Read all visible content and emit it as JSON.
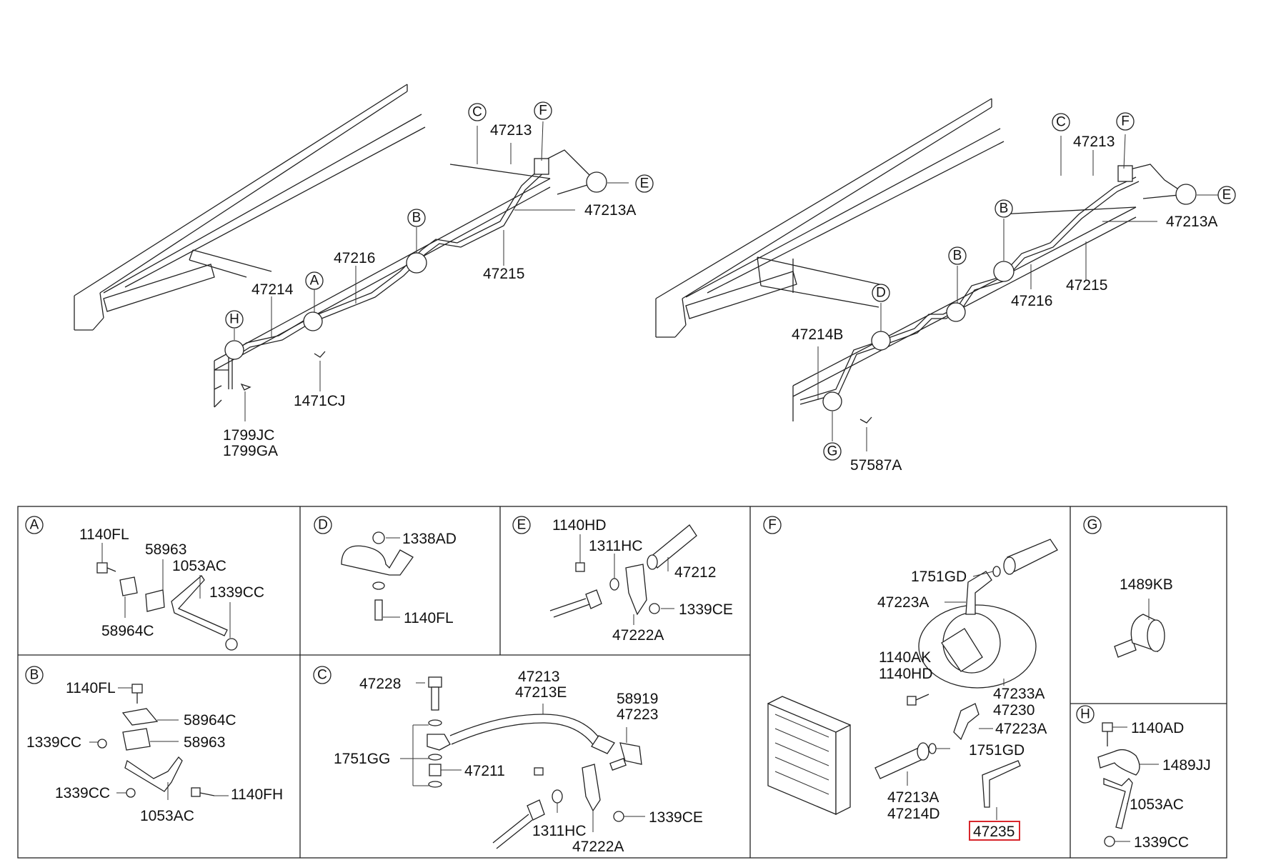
{
  "upper_left": {
    "callouts": [
      "C",
      "F",
      "E",
      "B",
      "A",
      "H"
    ],
    "labels": [
      "47213",
      "47213A",
      "47216",
      "47214",
      "47215",
      "1471CJ",
      "1799JC",
      "1799GA"
    ]
  },
  "upper_right": {
    "callouts": [
      "C",
      "F",
      "E",
      "B",
      "B",
      "D",
      "G"
    ],
    "labels": [
      "47213",
      "47213A",
      "47215",
      "47216",
      "47214B",
      "57587A"
    ]
  },
  "panels": {
    "A": {
      "letter": "A",
      "labels": [
        "1140FL",
        "58963",
        "1053AC",
        "1339CC",
        "58964C"
      ]
    },
    "D": {
      "letter": "D",
      "labels": [
        "1338AD",
        "1140FL"
      ]
    },
    "E": {
      "letter": "E",
      "labels": [
        "1140HD",
        "1311HC",
        "47212",
        "1339CE",
        "47222A"
      ]
    },
    "F": {
      "letter": "F",
      "labels": [
        "1751GD",
        "47223A",
        "1140AK",
        "1140HD",
        "47233A",
        "47230",
        "47223A",
        "1751GD",
        "47213A",
        "47214D",
        "47235"
      ]
    },
    "G": {
      "letter": "G",
      "labels": [
        "1489KB"
      ]
    },
    "B": {
      "letter": "B",
      "labels": [
        "1140FL",
        "58964C",
        "1339CC",
        "58963",
        "1339CC",
        "1140FH",
        "1053AC"
      ]
    },
    "C": {
      "letter": "C",
      "labels": [
        "47228",
        "47213",
        "47213E",
        "58919",
        "47223",
        "1751GG",
        "47211",
        "1311HC",
        "47222A",
        "1339CE"
      ]
    },
    "H": {
      "letter": "H",
      "labels": [
        "1140AD",
        "1489JJ",
        "1053AC",
        "1339CC"
      ]
    }
  },
  "highlight": {
    "part": "47235",
    "color": "#d8262c"
  }
}
